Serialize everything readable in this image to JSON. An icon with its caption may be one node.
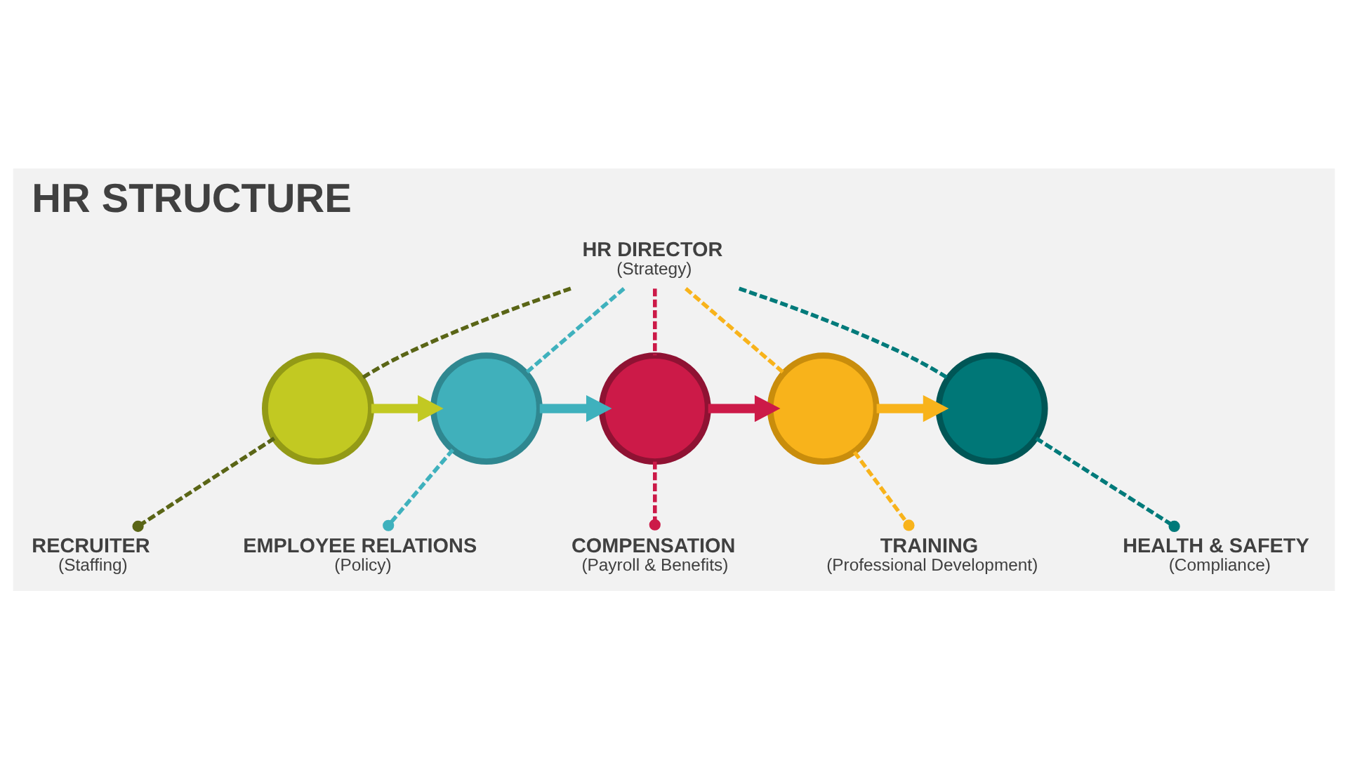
{
  "diagram": {
    "title": "HR STRUCTURE",
    "nodes": [
      {
        "text": [
          "HR DIRECTOR",
          "(Strategy)"
        ]
      },
      {
        "text": [],
        "shape": "circle"
      },
      {
        "text": [],
        "shape": "circle"
      },
      {
        "text": [],
        "shape": "circle"
      },
      {
        "text": [],
        "shape": "circle"
      },
      {
        "text": [],
        "shape": "circle"
      },
      {
        "text": [
          "RECRUITER",
          "(Staffing)"
        ]
      },
      {
        "text": [
          "EMPLOYEE RELATIONS",
          "(Policy)"
        ]
      },
      {
        "text": [
          "COMPENSATION",
          "(Payroll & Benefits)"
        ]
      },
      {
        "text": [
          "TRAINING",
          "(Professional Development)"
        ]
      },
      {
        "text": [
          "HEALTH & SAFETY",
          "(Compliance)"
        ]
      }
    ],
    "edges": [
      {
        "from": 0,
        "to": 1,
        "arrow": "none",
        "style": "dashed",
        "color": "#5a6516"
      },
      {
        "from": 0,
        "to": 2,
        "arrow": "none",
        "style": "dashed",
        "color": "#3fb1bd"
      },
      {
        "from": 0,
        "to": 3,
        "arrow": "none",
        "style": "dashed",
        "color": "#cc1a48"
      },
      {
        "from": 0,
        "to": 4,
        "arrow": "none",
        "style": "dashed",
        "color": "#f8b31b"
      },
      {
        "from": 0,
        "to": 5,
        "arrow": "none",
        "style": "dashed",
        "color": "#007a7a"
      },
      {
        "from": 1,
        "to": 2,
        "arrow": "to",
        "style": "thick",
        "color": "#c2c922"
      },
      {
        "from": 2,
        "to": 3,
        "arrow": "to",
        "style": "thick",
        "color": "#3fb1bd"
      },
      {
        "from": 3,
        "to": 4,
        "arrow": "to",
        "style": "thick",
        "color": "#cc1a48"
      },
      {
        "from": 4,
        "to": 5,
        "arrow": "to",
        "style": "thick",
        "color": "#f8b31b"
      },
      {
        "from": 1,
        "to": 6,
        "arrow": "other",
        "style": "dashed",
        "color": "#5a6516"
      },
      {
        "from": 2,
        "to": 7,
        "arrow": "other",
        "style": "dashed",
        "color": "#3fb1bd"
      },
      {
        "from": 3,
        "to": 8,
        "arrow": "other",
        "style": "dashed",
        "color": "#cc1a48"
      },
      {
        "from": 4,
        "to": 9,
        "arrow": "other",
        "style": "dashed",
        "color": "#f8b31b"
      },
      {
        "from": 5,
        "to": 10,
        "arrow": "other",
        "style": "dashed",
        "color": "#007a7a"
      }
    ]
  }
}
